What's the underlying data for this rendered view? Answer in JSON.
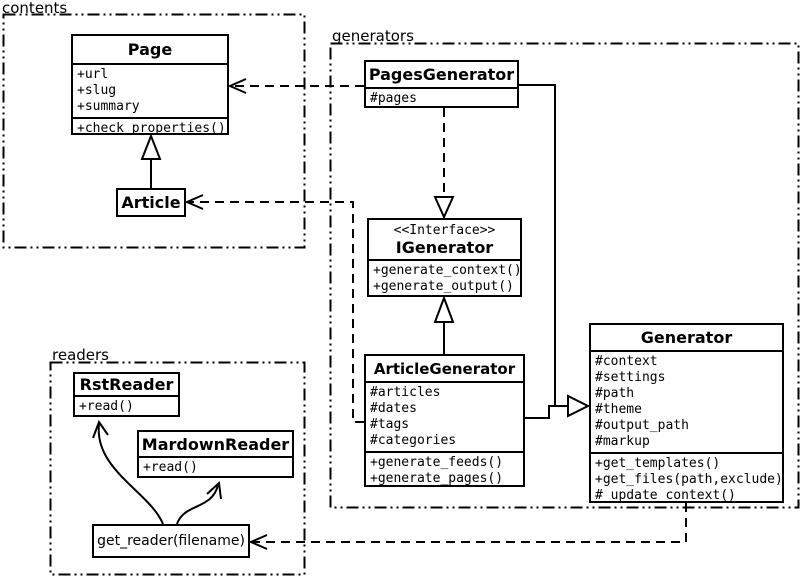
{
  "diagram_title": "pelican-classes-uml",
  "colors": {
    "line": "#000000",
    "background": "#ffffff"
  },
  "packages": {
    "contents": {
      "label": "contents"
    },
    "generators": {
      "label": "generators"
    },
    "readers": {
      "label": "readers"
    }
  },
  "classes": {
    "page": {
      "name": "Page",
      "attrs": [
        "+url",
        "+slug",
        "+summary"
      ],
      "methods": [
        "+check_properties()"
      ]
    },
    "article": {
      "name": "Article"
    },
    "pages_generator": {
      "name": "PagesGenerator",
      "attrs": [
        "#pages"
      ]
    },
    "igenerator": {
      "stereotype": "<<Interface>>",
      "name": "IGenerator",
      "methods": [
        "+generate_context()",
        "+generate_output()"
      ]
    },
    "article_generator": {
      "name": "ArticleGenerator",
      "attrs": [
        "#articles",
        "#dates",
        "#tags",
        "#categories"
      ],
      "methods": [
        "+generate_feeds()",
        "+generate_pages()"
      ]
    },
    "generator": {
      "name": "Generator",
      "attrs": [
        "#context",
        "#settings",
        "#path",
        "#theme",
        "#output_path",
        "#markup"
      ],
      "methods": [
        "+get_templates()",
        "+get_files(path,exclude)",
        "#_update_context()"
      ]
    },
    "rst_reader": {
      "name": "RstReader",
      "methods": [
        "+read()"
      ]
    },
    "markdown_reader": {
      "name": "MardownReader",
      "methods": [
        "+read()"
      ]
    },
    "get_reader": {
      "label": "get_reader(filename)"
    }
  }
}
